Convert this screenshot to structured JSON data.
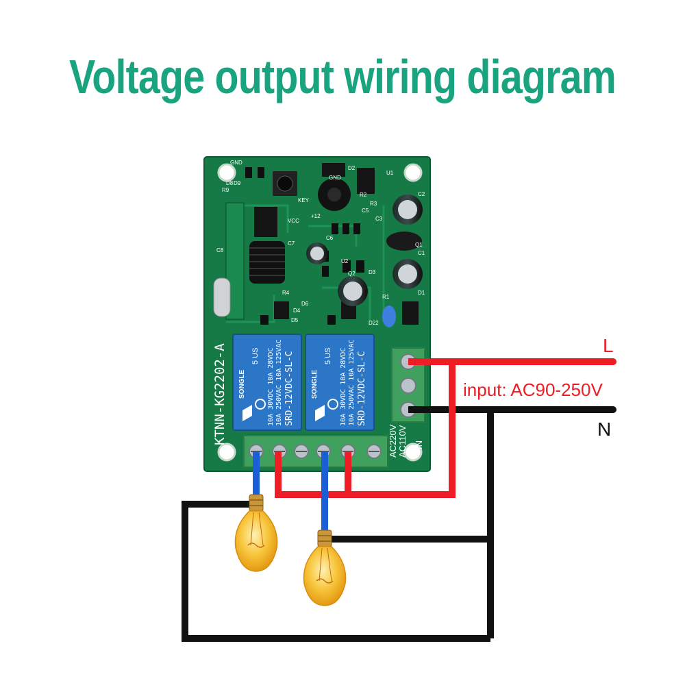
{
  "title": "Voltage output wiring diagram",
  "labels": {
    "live": "L",
    "neutral": "N",
    "input": "input: AC90-250V"
  },
  "board": {
    "model": "KTNN-KG2202-A",
    "relay": {
      "brand": "SONGLE",
      "model": "SRD-12VDC-SL-C",
      "rating_ac": "10A 250VAC  10A 125VAC",
      "rating_dc": "10A 30VDC  10A 28VDC",
      "us_mark": "5 US"
    },
    "terminal_labels": [
      "AC220V",
      "AC110V",
      "IN"
    ],
    "silkscreen": [
      "GND",
      "KEY",
      "VCC",
      "GND",
      "C8",
      "C7",
      "C6",
      "C5",
      "D1",
      "D2",
      "D3",
      "D4",
      "D5",
      "D6",
      "R1",
      "R2",
      "R3",
      "R4",
      "R9",
      "Q1",
      "Q2",
      "U1",
      "U2",
      "C1",
      "C2",
      "C3",
      "D22",
      "D8",
      "D9",
      "+12"
    ]
  },
  "colors": {
    "title": "#1aa37f",
    "live_wire": "#ee1c24",
    "neutral_wire": "#111111",
    "load_wire": "#1a5fd6",
    "pcb": "#157a45",
    "relay": "#2b76c6",
    "terminal": "#3fa15d",
    "bulb": "#f5b62a"
  }
}
